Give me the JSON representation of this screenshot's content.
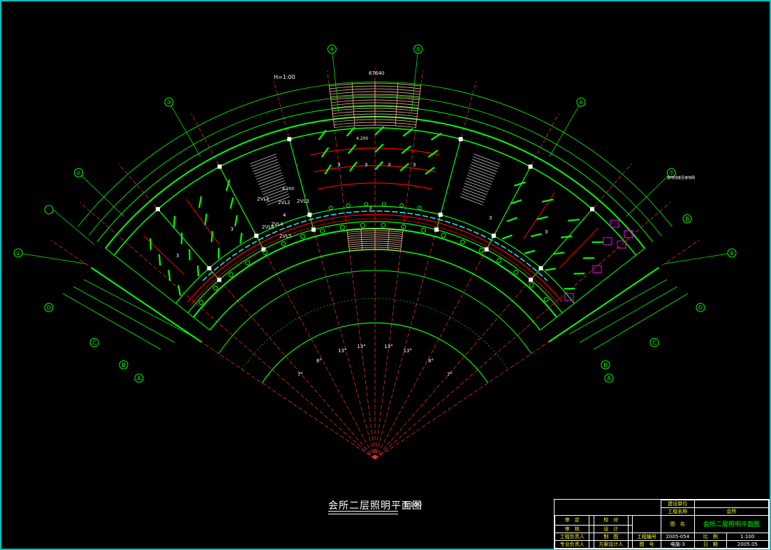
{
  "drawing": {
    "title": "会所二层照明平面图",
    "scale": "1:100",
    "notes": {
      "top_left_note": "H=1:00",
      "level_1": "4.200",
      "level_2": "4.200",
      "dim_top": "67640",
      "right_note": "接地线接至接地网"
    },
    "grid_axes_arc": [
      "①",
      "②",
      "③",
      "④",
      "⑤",
      "⑥",
      "⑦",
      "⑧"
    ],
    "grid_axes_side_left": [
      "D",
      "C",
      "B",
      "A"
    ],
    "grid_axes_side_right": [
      "B",
      "D",
      "C",
      "B",
      "A"
    ],
    "angles": [
      "7°",
      "8°",
      "13°",
      "13°",
      "13°",
      "13°",
      "8°",
      "7°"
    ],
    "circuit_labels": [
      "2VL1",
      "2VL2",
      "2VL3",
      "2VL4",
      "2VL5",
      "2VL6"
    ],
    "wire_counts": [
      "3",
      "3",
      "3",
      "3",
      "3",
      "4",
      "3",
      "3",
      "3",
      "3"
    ]
  },
  "title_block": {
    "row1": {
      "label": "建设单位",
      "value": ""
    },
    "row2": {
      "label": "工程名称",
      "value": "会所"
    },
    "row3": {
      "c1": "审　定",
      "c2": "",
      "c3": "校　对",
      "c4": "",
      "c5": "图　名",
      "c6": "会所二层照明平面图"
    },
    "row4": {
      "c1": "审　核",
      "c2": "",
      "c3": "设　计",
      "c4": ""
    },
    "row5": {
      "c1": "工程负责人",
      "c2": "",
      "c3": "制　图",
      "c4": "",
      "c5": "工程编号",
      "c6": "2005-054",
      "c7": "比　例",
      "c8": "1:100"
    },
    "row6": {
      "c1": "专业负责人",
      "c2": "",
      "c3": "方案设计人",
      "c4": "",
      "c5": "图　号",
      "c6": "电施-3",
      "c7": "日　期",
      "c8": "2005.05"
    }
  },
  "colors": {
    "background": "#000000",
    "wall": "#00ff00",
    "wire": "#ff0000",
    "fixture": "#00ff00",
    "dimension": "#00ff00",
    "axis_line": "#ff3333",
    "corridor": "#00ffff",
    "toilet": "#ff00ff",
    "stairs": "#ffffff",
    "bleachers": "#ffcc99",
    "frame": "#00ffff"
  }
}
